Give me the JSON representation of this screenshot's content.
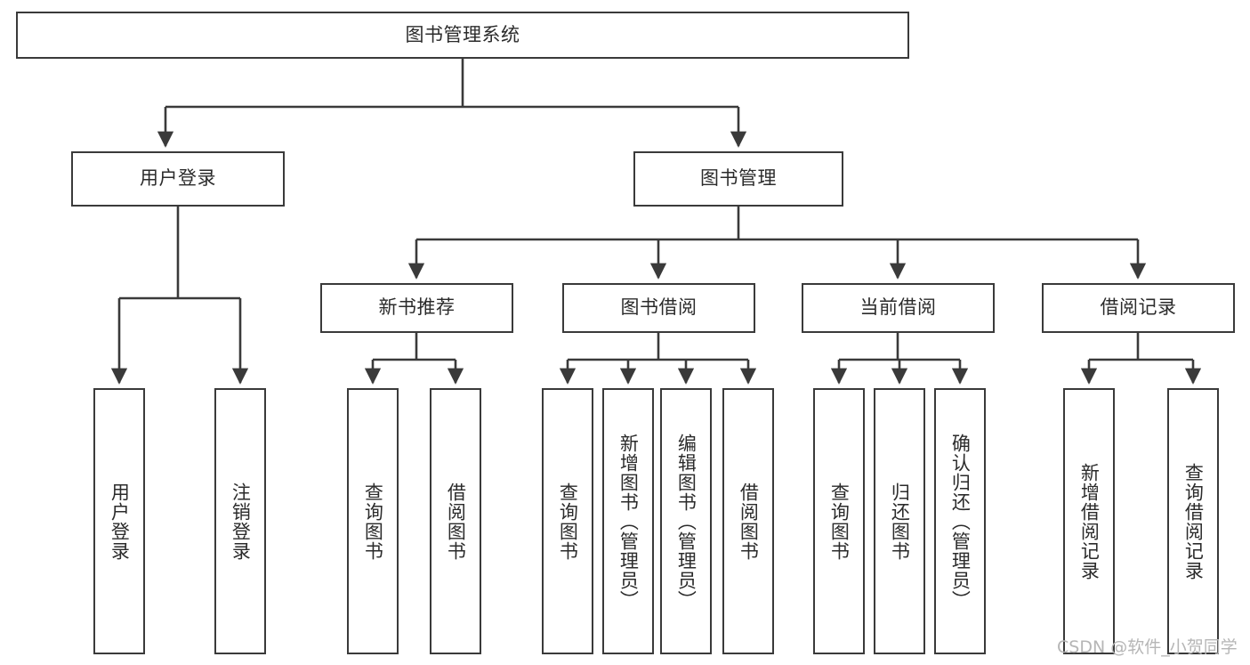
{
  "diagram": {
    "title": "图书管理系统",
    "type": "tree-hierarchy-chart",
    "colors": {
      "background": "#ffffff",
      "node_border": "#3a3a3a",
      "node_fill": "#ffffff",
      "edge": "#3a3a3a",
      "text": "#2b2b2b",
      "watermark": "#b6b6b6"
    },
    "root": {
      "label": "图书管理系统"
    },
    "level2": [
      {
        "id": "user-login",
        "label": "用户登录"
      },
      {
        "id": "book-manage",
        "label": "图书管理"
      }
    ],
    "level3": [
      {
        "id": "new-book-rec",
        "label": "新书推荐"
      },
      {
        "id": "book-borrow",
        "label": "图书借阅"
      },
      {
        "id": "current-borrow",
        "label": "当前借阅"
      },
      {
        "id": "borrow-record",
        "label": "借阅记录"
      }
    ],
    "leaves": {
      "user_login": [
        {
          "id": "leaf-user-login",
          "label": "用户登录"
        },
        {
          "id": "leaf-logout-login",
          "label": "注销登录"
        }
      ],
      "new_book_rec": [
        {
          "id": "leaf-query-book-1",
          "label": "查询图书"
        },
        {
          "id": "leaf-borrow-book-1",
          "label": "借阅图书"
        }
      ],
      "book_borrow": [
        {
          "id": "leaf-query-book-2",
          "label": "查询图书"
        },
        {
          "id": "leaf-add-book",
          "label": "新增图书（管理员）"
        },
        {
          "id": "leaf-edit-book",
          "label": "编辑图书（管理员）"
        },
        {
          "id": "leaf-borrow-book-2",
          "label": "借阅图书"
        }
      ],
      "current_borrow": [
        {
          "id": "leaf-query-book-3",
          "label": "查询图书"
        },
        {
          "id": "leaf-return-book",
          "label": "归还图书"
        },
        {
          "id": "leaf-confirm-return",
          "label": "确认归还（管理员）"
        }
      ],
      "borrow_record": [
        {
          "id": "leaf-add-record",
          "label": "新增借阅记录"
        },
        {
          "id": "leaf-query-record",
          "label": "查询借阅记录"
        }
      ]
    }
  },
  "watermark": {
    "text": "CSDN @软件_小贺同学"
  }
}
